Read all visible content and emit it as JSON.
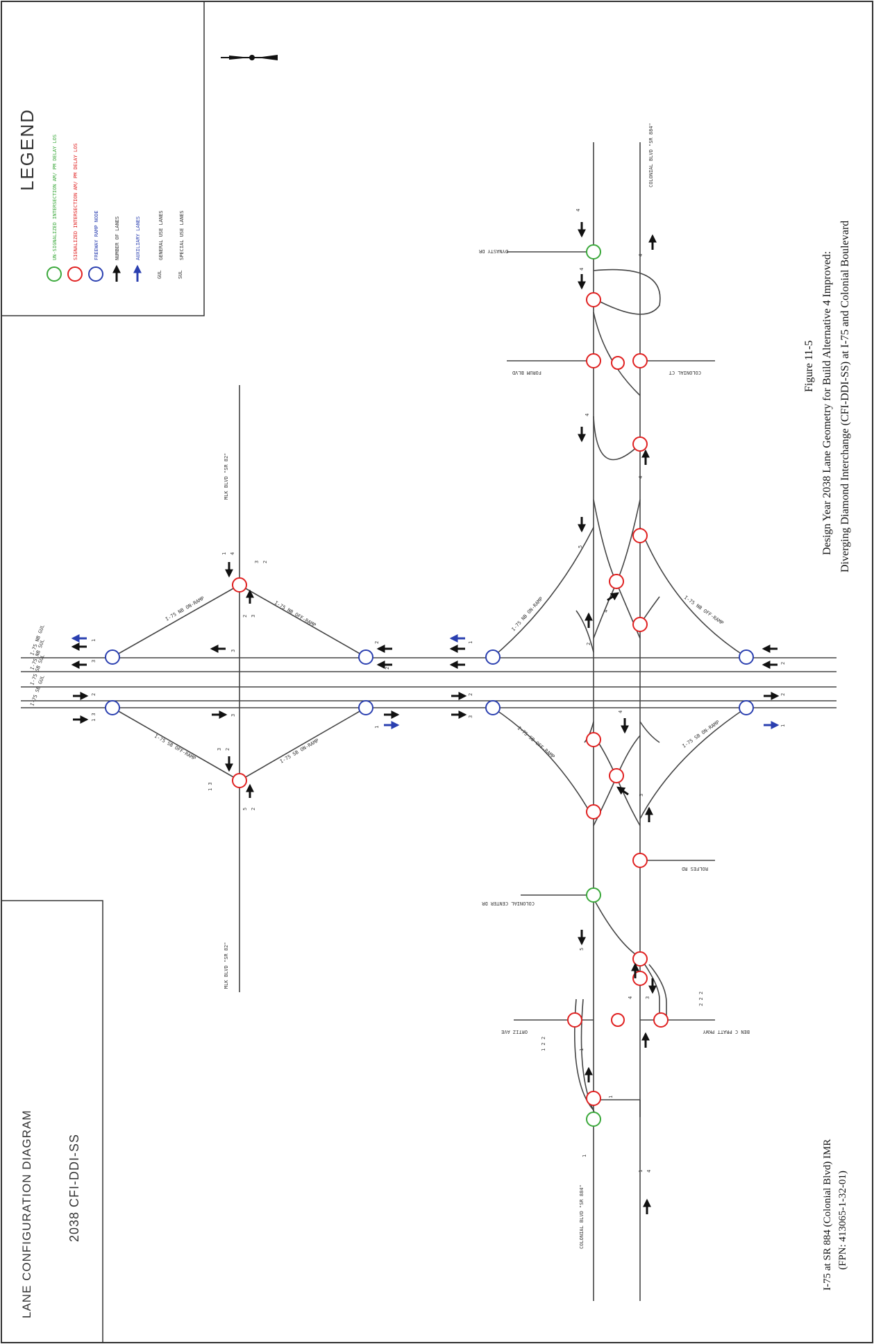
{
  "diagram": {
    "title_box": {
      "line1": "LANE CONFIGURATION DIAGRAM",
      "line2": "2038 CFI-DDI-SS"
    },
    "legend": {
      "title": "LEGEND",
      "items": [
        {
          "symbol": "green-circle",
          "label": "UN-SIGNALIZED INTERSECTION AM/ PM DELAY LOS",
          "color": "#3aa83a"
        },
        {
          "symbol": "red-circle",
          "label": "SIGNALIZED INTERSECTION AM/ PM DELAY LOS",
          "color": "#e02020"
        },
        {
          "symbol": "blue-circle",
          "label": "FREEWAY RAMP NODE",
          "color": "#2a3fb0"
        },
        {
          "symbol": "black-arrow",
          "label": "NUMBER OF LANES",
          "color": "#111111"
        },
        {
          "symbol": "blue-arrow",
          "label": "AUXILIARY LANES",
          "color": "#2a3fb0"
        },
        {
          "symbol": "gul",
          "prefix": "GUL",
          "label": "GENERAL USE LANES",
          "color": "#111111"
        },
        {
          "symbol": "sul",
          "prefix": "SUL",
          "label": "SPECIAL USE LANES",
          "color": "#111111"
        }
      ]
    },
    "street_labels": {
      "mlk_top": "MLK BLVD \"SR 82\"",
      "mlk_bottom": "MLK BLVD \"SR 82\"",
      "colonial_top": "COLONIAL BLVD \"SR 884\"",
      "colonial_bottom": "COLONIAL BLVD \"SR 884\"",
      "dynasty": "DYNASTY DR",
      "forum": "FORUM BLVD",
      "colonial_ct": "COLONIAL CT",
      "colonial_center": "COLONIAL CENTER DR",
      "rolfes": "ROLFES RD",
      "ortiz": "ORTIZ AVE",
      "ben_c_pratt": "BEN C PRATT PKWY"
    },
    "ramp_labels": {
      "nb_on_mlk": "I-75 NB ON-RAMP",
      "nb_off_mlk": "I-75 NB OFF-RAMP",
      "sb_off_mlk": "I-75 SB OFF-RAMP",
      "sb_on_mlk": "I-75 SB ON-RAMP",
      "nb_on_col": "I-75 NB ON-RAMP",
      "nb_off_col": "I-75 NB OFF-RAMP",
      "sb_off_col": "I-75 SB OFF-RAMP",
      "sb_on_col": "I-75 SB ON-RAMP"
    },
    "freeway_labels": {
      "nb_gul": "I-75 NB GUL",
      "nb_sul": "I-75 NB SUL",
      "sb_sul": "I-75 SB SUL",
      "sb_gul": "I-75 SB GUL"
    },
    "lane_numbers": {
      "n1": "1",
      "n2": "2",
      "n3": "3",
      "n4": "4",
      "n5": "5",
      "n13": "1 3",
      "n122": "1 2 2",
      "n222": "2 2 2"
    },
    "caption": {
      "figure": "Figure 11-5",
      "line1": "Design Year 2038 Lane Geometry for Build Alternative 4 Improved:",
      "line2": "Diverging Diamond Interchange (CFI-DDI-SS) at I-75 and Colonial Boulevard"
    },
    "project": {
      "line1": "I-75 at SR 884 (Colonial Blvd) IMR",
      "line2": "(FPN: 413065-1-32-01)"
    },
    "colors": {
      "signalized": "#e02020",
      "unsignalized": "#3aa83a",
      "ramp_node": "#2a3fb0",
      "line": "#444444"
    }
  }
}
